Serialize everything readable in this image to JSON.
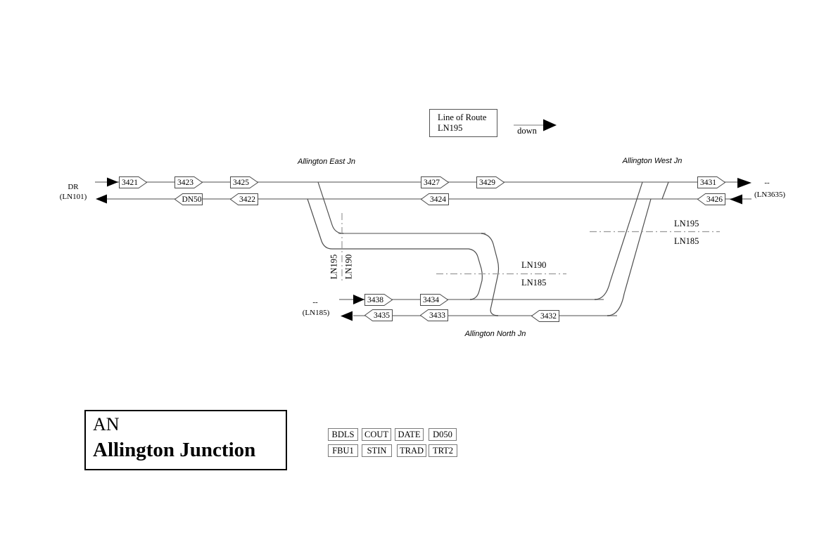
{
  "legend": {
    "title_line1": "Line of Route",
    "title_line2": "LN195",
    "direction_label": "down"
  },
  "junction_labels": {
    "east": "Allington East Jn",
    "west": "Allington West Jn",
    "north": "Allington North Jn"
  },
  "endpoints": {
    "left": {
      "line1": "DR",
      "line2": "(LN101)"
    },
    "right": {
      "line1": "--",
      "line2": "(LN3635)"
    },
    "south": {
      "line1": "--",
      "line2": "(LN185)"
    }
  },
  "boundaries": {
    "east_vertical": {
      "left": "LN195",
      "right": "LN190"
    },
    "north_horizontal": {
      "above": "LN190",
      "below": "LN185"
    },
    "west_horizontal": {
      "above": "LN195",
      "below": "LN185"
    }
  },
  "signals": {
    "top_main": [
      "3421",
      "3423",
      "3425",
      "3427",
      "3429",
      "3431"
    ],
    "bottom_main": [
      "DN50",
      "3422",
      "3424",
      "3426"
    ],
    "top_lower": [
      "3438",
      "3434"
    ],
    "bottom_lower": [
      "3435",
      "3433",
      "3432"
    ]
  },
  "title_box": {
    "code": "AN",
    "name": "Allington Junction"
  },
  "buttons": {
    "row1": [
      "BDLS",
      "COUT",
      "DATE",
      "D050"
    ],
    "row2": [
      "FBU1",
      "STIN",
      "TRAD",
      "TRT2"
    ]
  },
  "colors": {
    "track_gray": "#a6a6a6",
    "line_dark": "#4d4d4d",
    "boundary_gray": "#9a9a9a",
    "arrow_black": "#000000"
  }
}
